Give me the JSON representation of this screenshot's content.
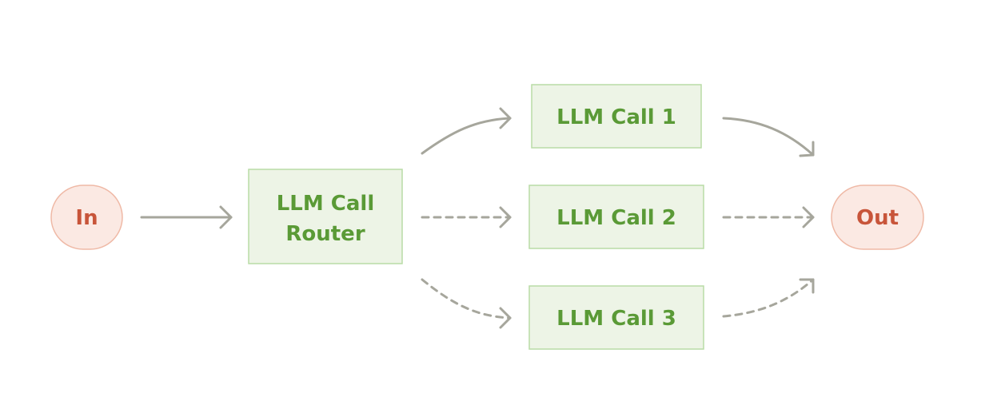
{
  "nodes": {
    "input": {
      "label": "In"
    },
    "router": {
      "line1": "LLM Call",
      "line2": "Router"
    },
    "call1": {
      "label": "LLM Call 1"
    },
    "call2": {
      "label": "LLM Call 2"
    },
    "call3": {
      "label": "LLM Call 3"
    },
    "output": {
      "label": "Out"
    }
  },
  "colors": {
    "terminal_fill": "#fbe9e3",
    "terminal_stroke": "#efb9a6",
    "terminal_text": "#c8553a",
    "llm_fill": "#edf4e6",
    "llm_stroke": "#b9dca6",
    "llm_text": "#5a9a36",
    "arrow": "#a6a69c"
  },
  "edges": [
    {
      "from": "input",
      "to": "router",
      "style": "solid"
    },
    {
      "from": "router",
      "to": "call1",
      "style": "solid"
    },
    {
      "from": "router",
      "to": "call2",
      "style": "dashed"
    },
    {
      "from": "router",
      "to": "call3",
      "style": "dashed"
    },
    {
      "from": "call1",
      "to": "output",
      "style": "solid"
    },
    {
      "from": "call2",
      "to": "output",
      "style": "dashed"
    },
    {
      "from": "call3",
      "to": "output",
      "style": "dashed"
    }
  ]
}
